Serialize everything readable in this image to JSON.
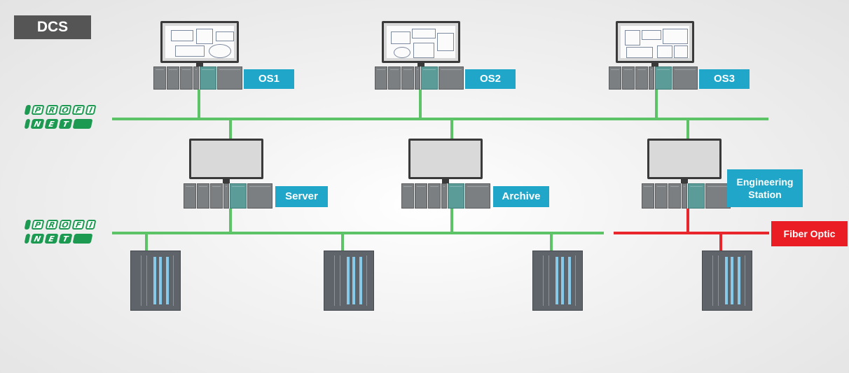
{
  "badge": "DCS",
  "profinet_top": [
    "P",
    "R",
    "O",
    "F",
    "I"
  ],
  "profinet_bottom": [
    "N",
    "E",
    "T"
  ],
  "os_stations": [
    "OS1",
    "OS2",
    "OS3"
  ],
  "mid_stations": [
    "Server",
    "Archive"
  ],
  "engineering_station": [
    "Engineering",
    "Station"
  ],
  "fiber_optic": "Fiber Optic",
  "colors": {
    "network": "#5cc467",
    "fiber": "#e8262b",
    "label": "#20a6c8",
    "fiber_label": "#ea1c24",
    "badge": "#555555"
  }
}
